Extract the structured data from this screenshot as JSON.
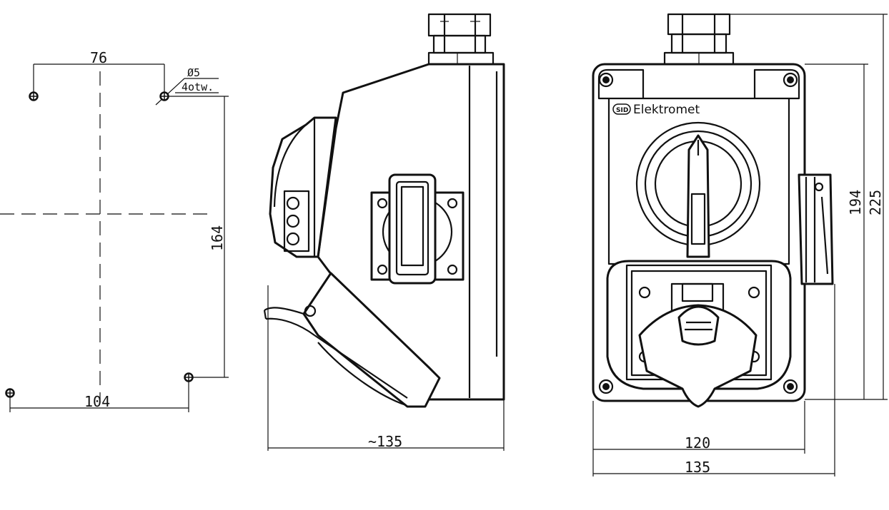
{
  "drilling_template": {
    "top_width": "76",
    "hole_diameter": "Ø5",
    "hole_count": "4otw.",
    "height": "164",
    "bottom_width": "104"
  },
  "side_view": {
    "depth": "~135"
  },
  "front_view": {
    "brand_logo": "SID",
    "brand_name": "Elektromet",
    "inner_height": "194",
    "total_height": "225",
    "inner_width": "120",
    "total_width": "135"
  }
}
